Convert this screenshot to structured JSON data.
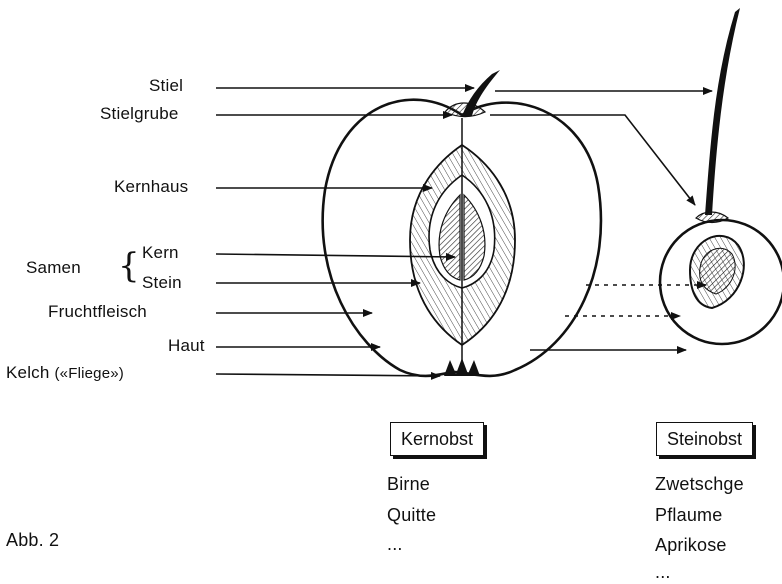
{
  "labels": {
    "stiel": "Stiel",
    "stielgrube": "Stielgrube",
    "kernhaus": "Kernhaus",
    "samen": "Samen",
    "kern": "Kern",
    "stein": "Stein",
    "fruchtfleisch": "Fruchtfleisch",
    "haut": "Haut",
    "kelch": "Kelch",
    "kelch_note": "(«Fliege»)"
  },
  "groups": [
    {
      "title": "Kernobst",
      "items": [
        "Birne",
        "Quitte",
        "..."
      ]
    },
    {
      "title": "Steinobst",
      "items": [
        "Zwetschge",
        "Pflaume",
        "Aprikose",
        "..."
      ]
    }
  ],
  "caption": "Abb. 2"
}
